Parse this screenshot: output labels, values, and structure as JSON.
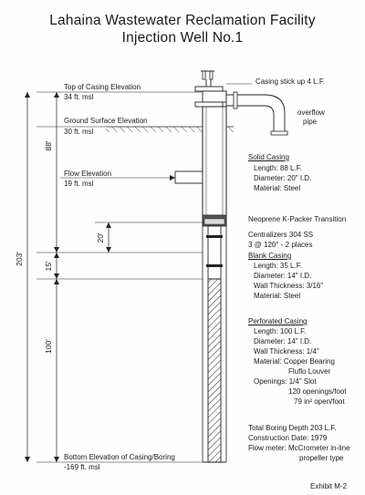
{
  "title": {
    "line1": "Lahaina Wastewater Reclamation Facility",
    "line2": "Injection Well No.1"
  },
  "elevations": {
    "top_casing": {
      "label": "Top of Casing Elevation",
      "value": "34 ft. msl"
    },
    "ground": {
      "label": "Ground Surface Elevation",
      "value": "30 ft. msl"
    },
    "flow": {
      "label": "Flow Elevation",
      "value": "19 ft. msl"
    },
    "bottom": {
      "label": "Bottom Elevation of Casing/Boring",
      "value": "-169 ft. msl"
    }
  },
  "dimensions": {
    "total": "203'",
    "solid": "88'",
    "transition": "20'",
    "blank": "15'",
    "perforated": "100'"
  },
  "callouts": {
    "stickup": "Casing stick up 4 L.F.",
    "overflow_line1": "overflow",
    "overflow_line2": "pipe",
    "packer": "Neoprene K-Packer Transition",
    "centralizers_line1": "Centralizers 304 SS",
    "centralizers_line2": "3 @ 120° - 2 places"
  },
  "solid_casing": {
    "heading": "Solid Casing",
    "lines": [
      "Length: 88 L.F.",
      "Diameter:  20\" I.D.",
      "Material:  Steel"
    ]
  },
  "blank_casing": {
    "heading": "Blank Casing",
    "lines": [
      "Length: 35 L.F.",
      "Diameter:  14\" I.D.",
      "Wall Thickness: 3/16\"",
      "Material:  Steel"
    ]
  },
  "perforated_casing": {
    "heading": "Perforated Casing",
    "lines": [
      "Length: 100 L.F.",
      "Diameter:  14\" I.D.",
      "Wall Thickness: 1/4\"",
      "Material: Copper Bearing",
      "Fluflo Louver",
      "Openings: 1/4\" Slot",
      "120 openings/foot",
      "79 in² open/foot"
    ]
  },
  "summary": {
    "lines": [
      "Total Boring Depth 203 L.F.",
      "Construction Date:  1979",
      "Flow meter:  McCrometer in-line",
      "propeller type"
    ]
  },
  "exhibit": "Exhibit M-2"
}
